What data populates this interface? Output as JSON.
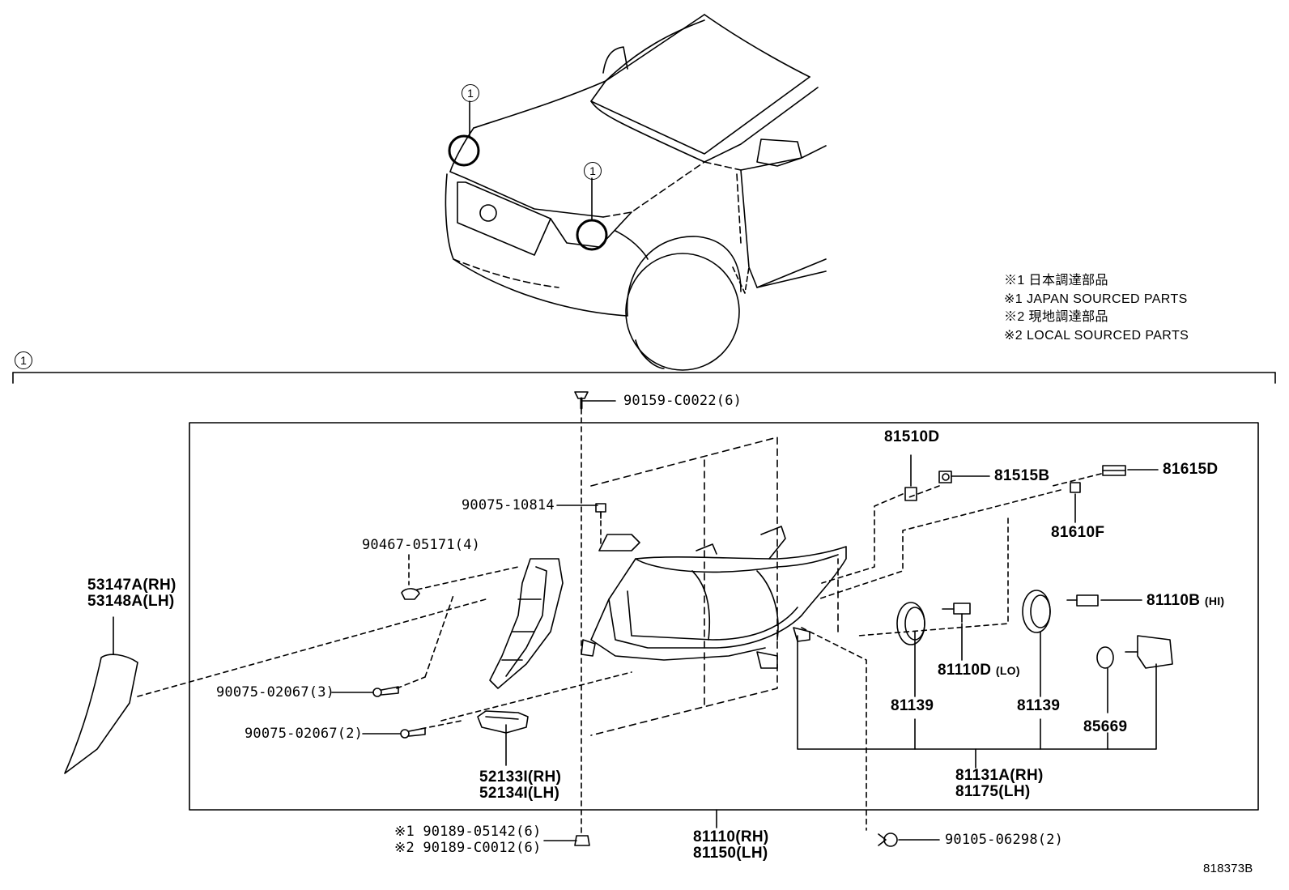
{
  "callout": "1",
  "legend": [
    "※1 日本調達部品",
    "※1 JAPAN SOURCED PARTS",
    "※2 現地調達部品",
    "※2 LOCAL SOURCED PARTS"
  ],
  "parts": {
    "p90159": "90159-C0022(6)",
    "p90075_10814": "90075-10814",
    "p90467": "90467-05171(4)",
    "p53147": "53147A(RH)",
    "p53148": "53148A(LH)",
    "p90075_02067_3": "90075-02067(3)",
    "p90075_02067_2": "90075-02067(2)",
    "p52133": "52133I(RH)",
    "p52134": "52134I(LH)",
    "p90189_1": "※1 90189-05142(6)",
    "p90189_2": "※2 90189-C0012(6)",
    "p81110": "81110(RH)",
    "p81150": "81150(LH)",
    "p90105": "90105-06298(2)",
    "p81510D": "81510D",
    "p81515B": "81515B",
    "p81615D": "81615D",
    "p81610F": "81610F",
    "p81110B": "81110B",
    "p81110B_note": "(HI)",
    "p81110D": "81110D",
    "p81110D_note": "(LO)",
    "p81139_a": "81139",
    "p81139_b": "81139",
    "p85669": "85669",
    "p81131A": "81131A(RH)",
    "p81175": "81175(LH)"
  },
  "diagram_id": "818373B"
}
